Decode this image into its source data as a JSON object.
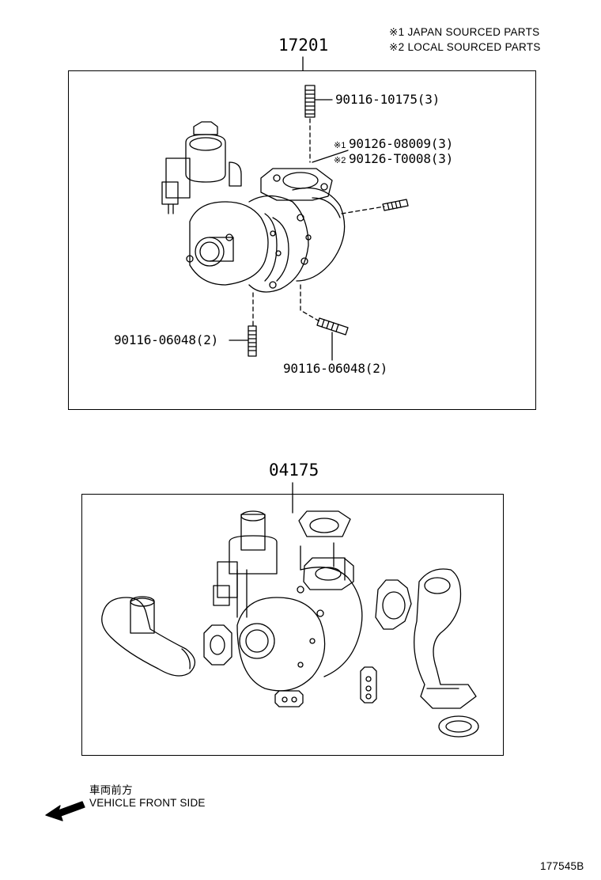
{
  "legend": {
    "line1": "※1 JAPAN SOURCED PARTS",
    "line2": "※2 LOCAL SOURCED PARTS"
  },
  "groups": {
    "turbo_assy": "17201",
    "gasket_kit": "04175"
  },
  "parts": {
    "stud_top": "90116-10175(3)",
    "stud_exhaust_1_mark": "※1",
    "stud_exhaust_1": "90126-08009(3)",
    "stud_exhaust_2_mark": "※2",
    "stud_exhaust_2": "90126-T0008(3)",
    "stud_bottom_left": "90116-06048(2)",
    "stud_bottom_right": "90116-06048(2)"
  },
  "direction": {
    "japanese": "車両前方",
    "english": "VEHICLE FRONT SIDE"
  },
  "figure_id": "177545B"
}
